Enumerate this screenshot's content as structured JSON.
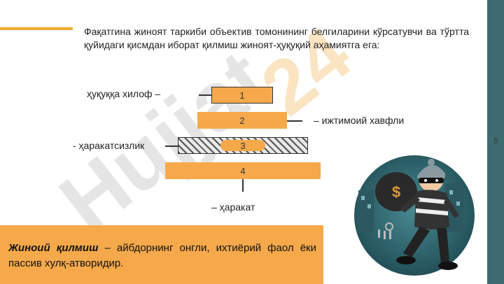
{
  "slide": {
    "number": "5",
    "intro": "Фақатгина жиноят таркиби объектив томонининг белгиларини кўрсатувчи ва тўртта қуйидаги қисмдан иборат қилмиш жиноят-ҳуқуқий аҳамиятга ега:",
    "watermark": "Hujjat24"
  },
  "diagram": {
    "boxes": [
      {
        "number": "1"
      },
      {
        "number": "2"
      },
      {
        "number": "3"
      },
      {
        "number": "4"
      }
    ],
    "labels": {
      "illegality": "ҳуқуққа хилоф –",
      "danger": "– ижтимоий хавфли",
      "inaction": "- ҳаракатсизлик",
      "action": "– ҳаракат"
    }
  },
  "definition": {
    "term": "Жиноий қилмиш",
    "text": " – айбдорнинг онгли, ихтиёрий фаол ёки пассив хулқ-атворидир."
  },
  "colors": {
    "accent": "#f6a94a",
    "sidebar": "#3d6b70",
    "illustration_bg": "#2b5d66"
  },
  "icons": {
    "illustration": "thief-illustration-icon"
  }
}
